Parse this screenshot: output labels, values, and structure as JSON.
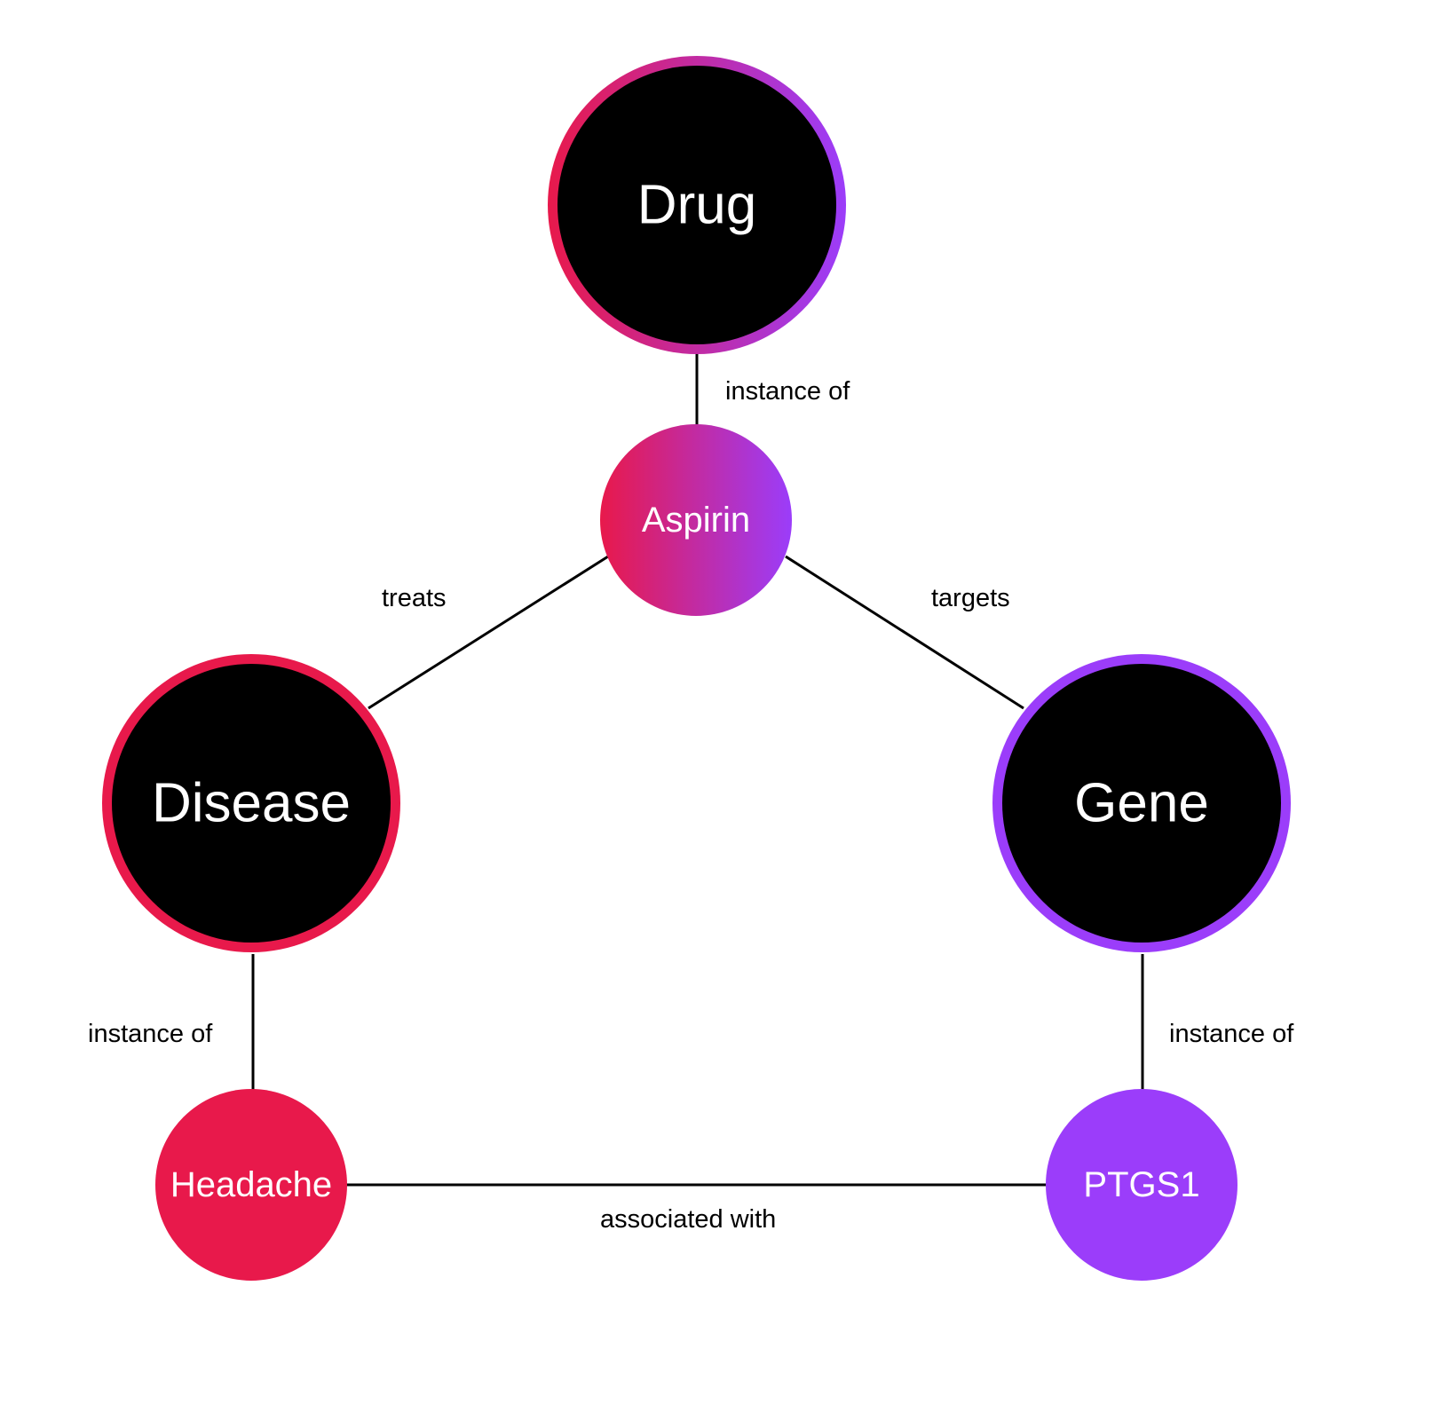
{
  "colors": {
    "disease": "#E8194B",
    "gene": "#9B3DFA",
    "drug_gradient_start": "#E8194B",
    "drug_gradient_end": "#9B3DFA",
    "class_fill": "#000000",
    "edge": "#000000",
    "text_on_node": "#FFFFFF",
    "text_edge": "#000000"
  },
  "nodes": {
    "drug": {
      "label": "Drug",
      "kind": "class"
    },
    "aspirin": {
      "label": "Aspirin",
      "kind": "instance"
    },
    "disease": {
      "label": "Disease",
      "kind": "class"
    },
    "gene": {
      "label": "Gene",
      "kind": "class"
    },
    "headache": {
      "label": "Headache",
      "kind": "instance"
    },
    "ptgs1": {
      "label": "PTGS1",
      "kind": "instance"
    }
  },
  "edges": {
    "aspirin_drug": {
      "from": "aspirin",
      "to": "drug",
      "label": "instance of"
    },
    "aspirin_disease": {
      "from": "aspirin",
      "to": "disease",
      "label": "treats"
    },
    "aspirin_gene": {
      "from": "aspirin",
      "to": "gene",
      "label": "targets"
    },
    "headache_disease": {
      "from": "headache",
      "to": "disease",
      "label": "instance of"
    },
    "ptgs1_gene": {
      "from": "ptgs1",
      "to": "gene",
      "label": "instance of"
    },
    "headache_ptgs1": {
      "from": "headache",
      "to": "ptgs1",
      "label": "associated with"
    }
  }
}
